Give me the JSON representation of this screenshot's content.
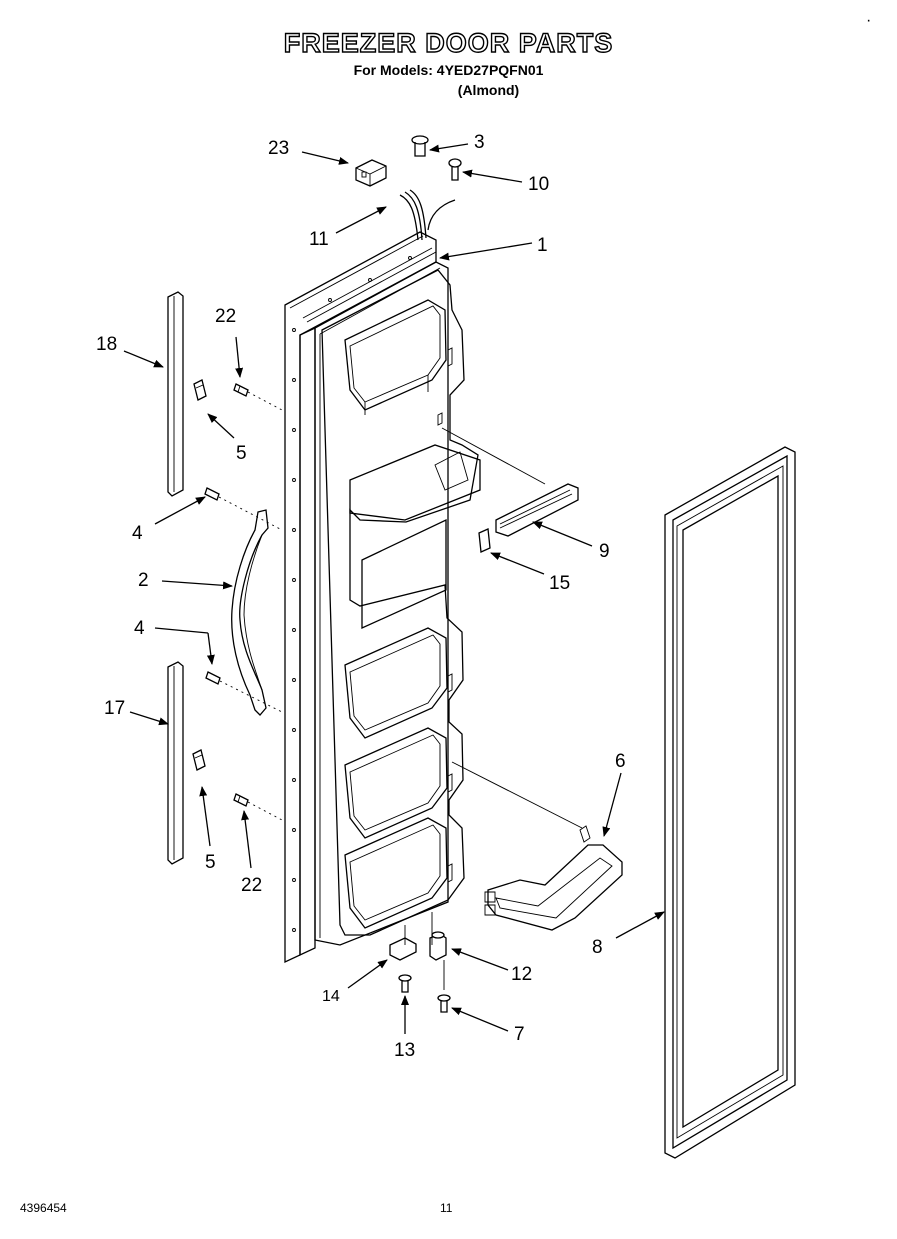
{
  "title": "FREEZER DOOR PARTS",
  "models_line": "For Models: 4YED27PQFN01",
  "color_line": "(Almond)",
  "corner_mark": "·",
  "callouts": {
    "c1": "1",
    "c2": "2",
    "c3": "3",
    "c4a": "4",
    "c4b": "4",
    "c5a": "5",
    "c5b": "5",
    "c6": "6",
    "c7": "7",
    "c8": "8",
    "c9": "9",
    "c10": "10",
    "c11": "11",
    "c12": "12",
    "c13": "13",
    "c14": "14",
    "c15": "15",
    "c17": "17",
    "c18": "18",
    "c22a": "22",
    "c22b": "22",
    "c23": "23"
  },
  "footer": {
    "doc_number": "4396454",
    "page_number": "11"
  }
}
